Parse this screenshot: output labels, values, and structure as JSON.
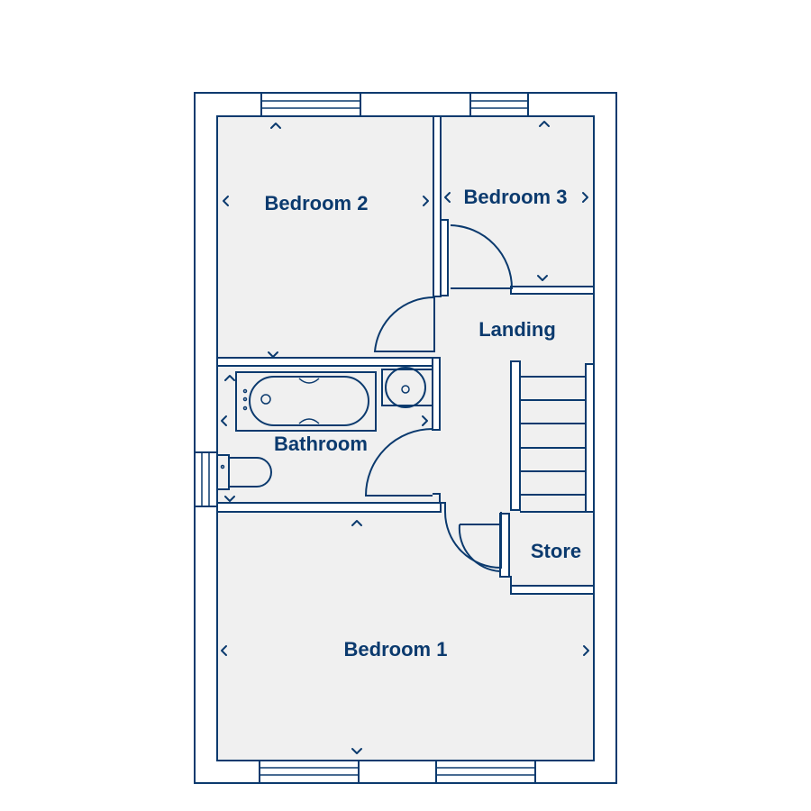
{
  "rooms": {
    "bedroom2": "Bedroom 2",
    "bedroom3": "Bedroom 3",
    "landing": "Landing",
    "bathroom": "Bathroom",
    "store": "Store",
    "bedroom1": "Bedroom 1"
  },
  "colors": {
    "line": "#0b3a6e",
    "floor": "#f0f0f0",
    "background": "#ffffff"
  }
}
